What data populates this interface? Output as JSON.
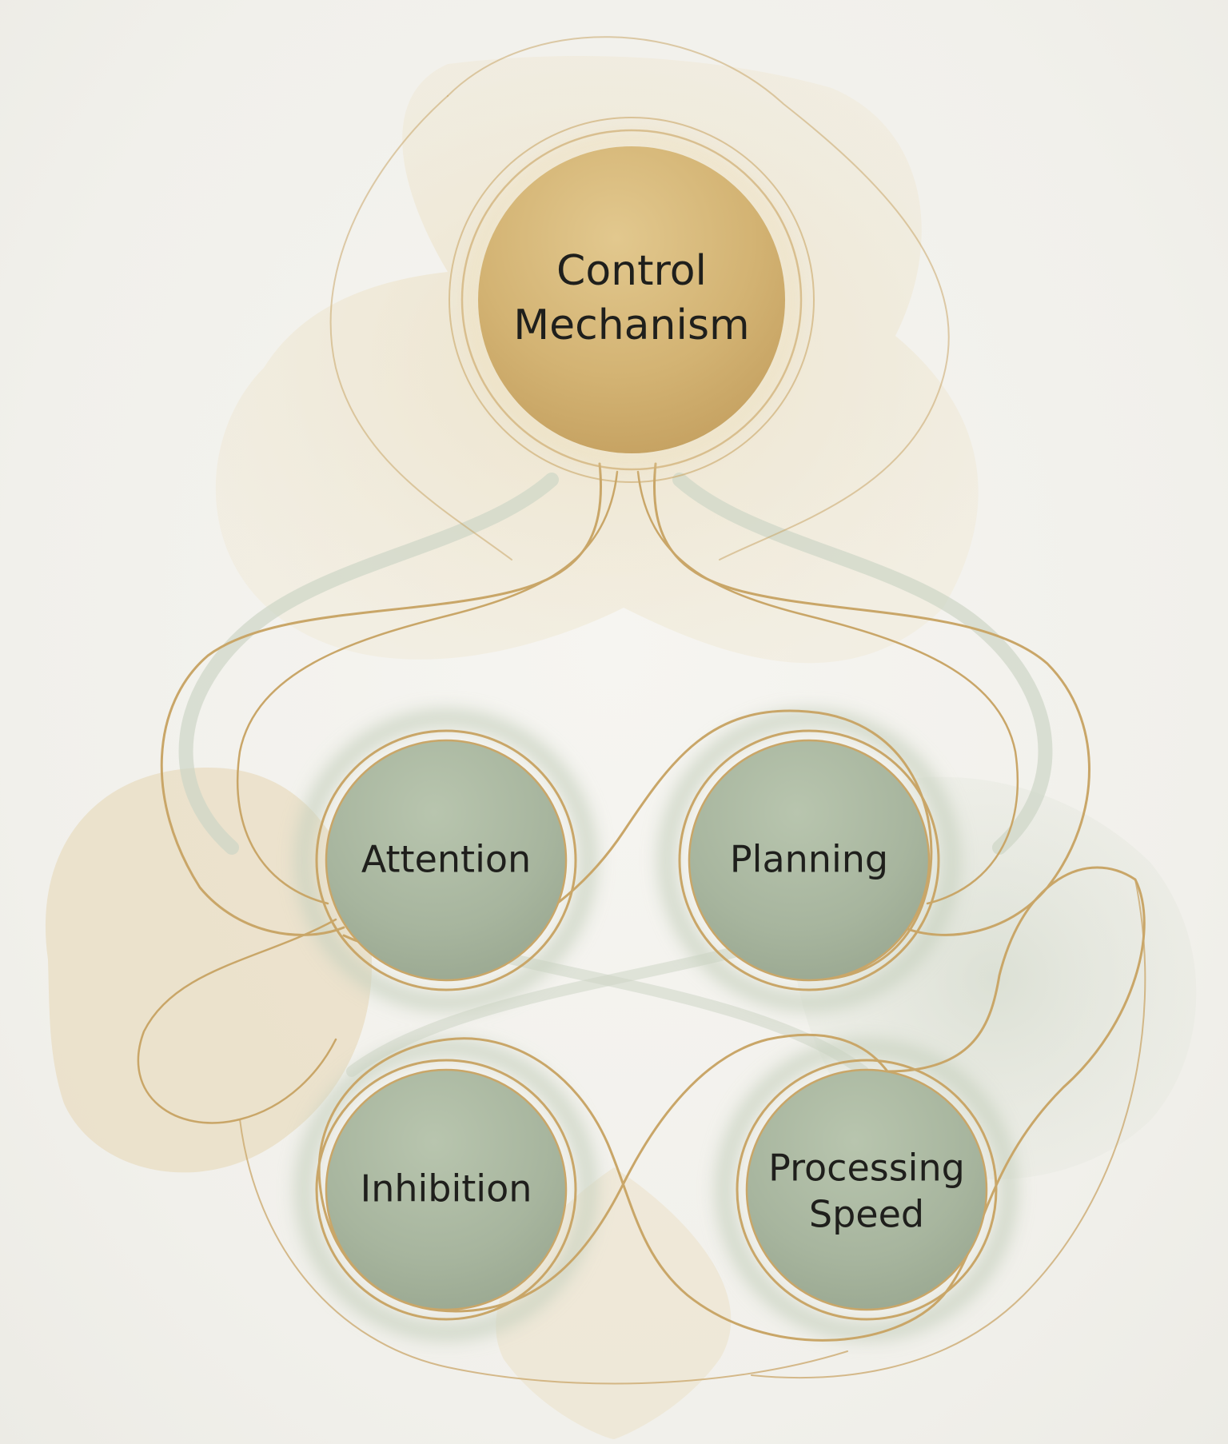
{
  "diagram": {
    "type": "hub-and-spoke",
    "colors": {
      "background": "#f3f2ee",
      "gold_node": "#d4b575",
      "gold_line": "#c9a668",
      "sage_node": "#a9b7a0",
      "sage_ring": "#b9c4b0"
    },
    "nodes": {
      "control": {
        "line1": "Control",
        "line2": "Mechanism",
        "color": "#d4b575"
      },
      "attention": {
        "label": "Attention",
        "color": "#a9b7a0"
      },
      "planning": {
        "label": "Planning",
        "color": "#a9b7a0"
      },
      "inhibition": {
        "label": "Inhibition",
        "color": "#a9b7a0"
      },
      "processing": {
        "line1": "Processing",
        "line2": "Speed",
        "color": "#a9b7a0"
      }
    }
  }
}
